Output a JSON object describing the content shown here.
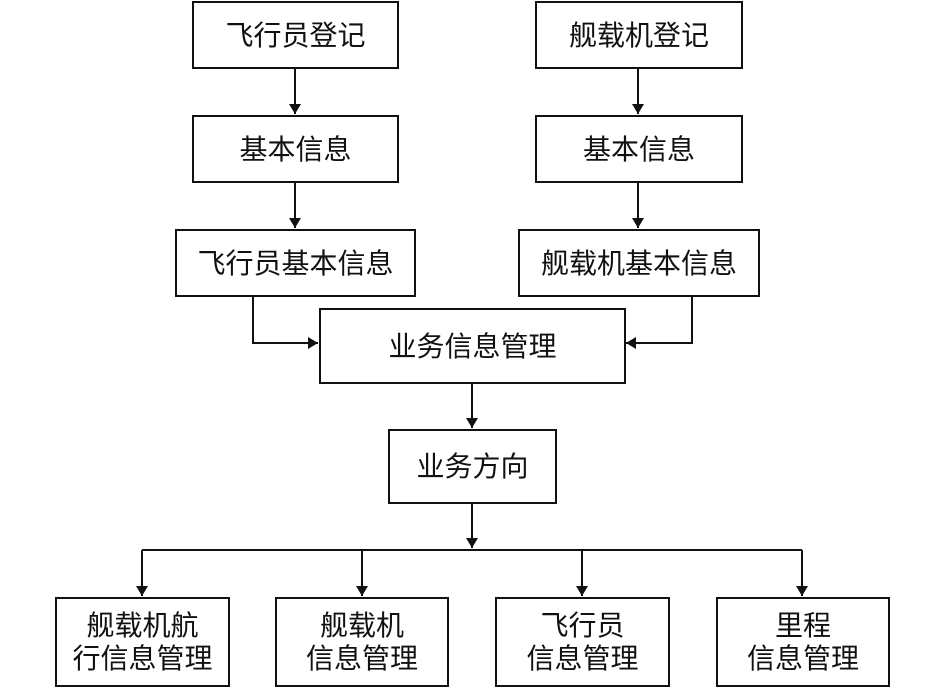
{
  "diagram": {
    "pilot_register": "飞行员登记",
    "aircraft_register": "舰载机登记",
    "pilot_basic": "基本信息",
    "aircraft_basic": "基本信息",
    "pilot_basic_info": "飞行员基本信息",
    "aircraft_basic_info": "舰载机基本信息",
    "business_info_mgmt": "业务信息管理",
    "business_direction": "业务方向",
    "outputs": [
      "舰载机航\n行信息管理",
      "舰载机\n信息管理",
      "飞行员\n信息管理",
      "里程\n信息管理"
    ]
  }
}
